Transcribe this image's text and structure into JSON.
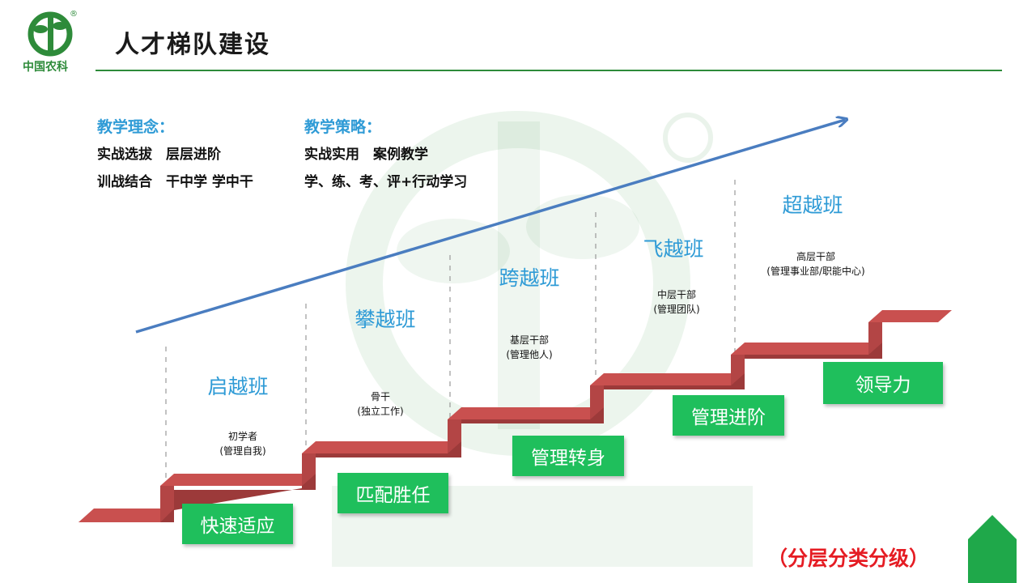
{
  "header": {
    "title": "人才梯队建设",
    "logo_text": "中国农科",
    "logo_mark": "®"
  },
  "teaching_concept": {
    "heading": "教学理念：",
    "lines": [
      "实战选拔　层层进阶",
      "训战结合　干中学  学中干"
    ]
  },
  "teaching_strategy": {
    "heading": "教学策略：",
    "lines": [
      "实战实用　案例教学",
      "学、练、考、评+行动学习"
    ]
  },
  "stages": [
    {
      "class_name": "启越班",
      "level": "初学者",
      "scope": "(管理自我)",
      "capability": "快速适应"
    },
    {
      "class_name": "攀越班",
      "level": "骨干",
      "scope": "(独立工作)",
      "capability": "匹配胜任"
    },
    {
      "class_name": "跨越班",
      "level": "基层干部",
      "scope": "(管理他人)",
      "capability": "管理转身"
    },
    {
      "class_name": "飞越班",
      "level": "中层干部",
      "scope": "(管理团队)",
      "capability": "管理进阶"
    },
    {
      "class_name": "超越班",
      "level": "高层干部",
      "scope": "(管理事业部/职能中心)",
      "capability": "领导力"
    }
  ],
  "footer_note": "（分层分类分级）",
  "colors": {
    "accent_blue": "#2f9bd6",
    "arrow_blue": "#4a7dc0",
    "stair_red": "#c9504f",
    "box_green": "#1fbf5c",
    "brand_green": "#2e8b3a",
    "note_red": "#e51c23"
  }
}
